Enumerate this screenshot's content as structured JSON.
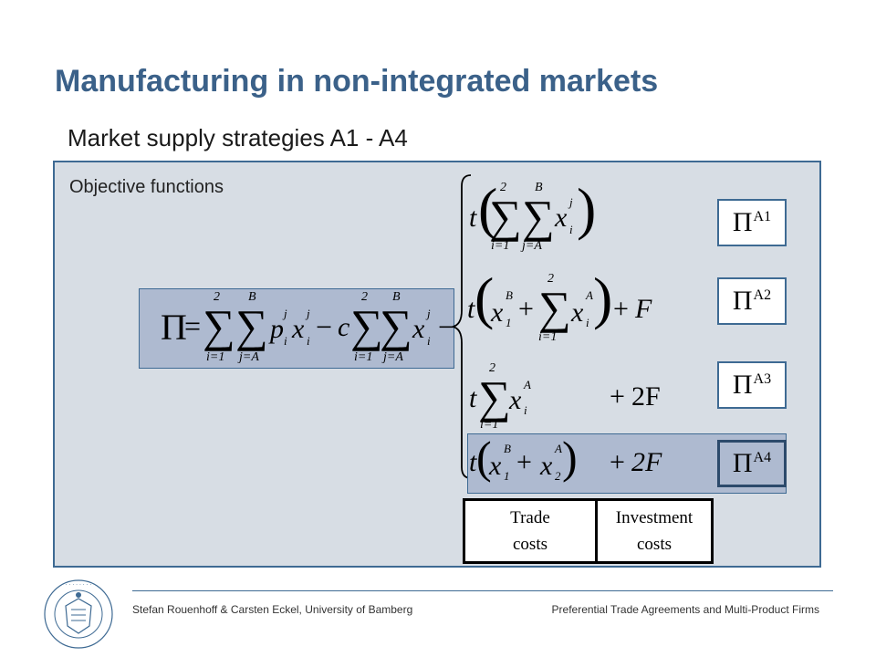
{
  "slide": {
    "title": "Manufacturing in non-integrated markets",
    "subtitle": "Market supply strategies A1 - A4"
  },
  "panel": {
    "label": "Objective functions"
  },
  "objective": {
    "pi": "Π",
    "equals": "=",
    "upper_two": "2",
    "upper_B": "B",
    "lower_i": "i=1",
    "lower_j": "j=A",
    "p_term": "p",
    "x_term": "x",
    "minus": "−",
    "c_term": "c",
    "sup_j": "j",
    "sub_i": "i"
  },
  "cases": [
    {
      "id": "A1",
      "expression": "t(Σ_{i=1}^{2} Σ_{j=A}^{B} x_i^j)",
      "profit_label": "A1"
    },
    {
      "id": "A2",
      "expression": "t(x_1^B + Σ_{i=1}^{2} x_i^A) + F",
      "profit_label": "A2"
    },
    {
      "id": "A3",
      "expression": "t Σ_{i=1}^{2} x_i^A + 2F",
      "profit_label": "A3"
    },
    {
      "id": "A4",
      "expression": "t(x_1^B + x_2^A) + 2F",
      "profit_label": "A4"
    }
  ],
  "math_tokens": {
    "t": "t",
    "plus": "+",
    "F": "F",
    "twoF": "2F",
    "x": "x",
    "B": "B",
    "A": "A",
    "one": "1",
    "two": "2",
    "i": "i",
    "j": "j"
  },
  "cost_labels": {
    "trade": [
      "Trade",
      "costs"
    ],
    "investment": [
      "Investment",
      "costs"
    ]
  },
  "footer": {
    "left": "Stefan Rouenhoff & Carsten Eckel, University of Bamberg",
    "right": "Preferential Trade Agreements and Multi-Product Firms"
  },
  "logo": {
    "name": "university-of-bamberg-seal",
    "ring_text": "OTTO-FRIEDRICH-UNIVERSITÄT BAMBERG"
  },
  "colors": {
    "title": "#3b6189",
    "panel_bg": "#d7dde4",
    "highlight": "#aebad0",
    "border": "#3e6a93"
  }
}
